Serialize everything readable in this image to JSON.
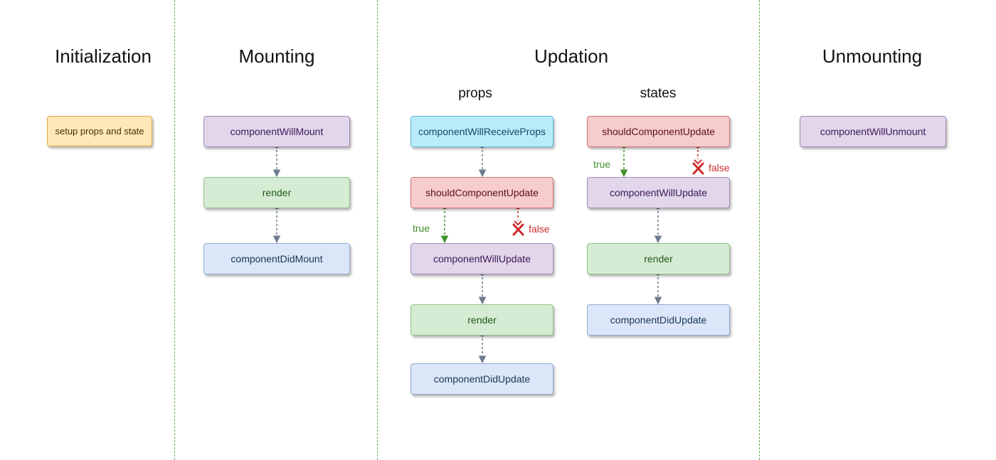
{
  "sections": {
    "initialization": {
      "title": "Initialization"
    },
    "mounting": {
      "title": "Mounting"
    },
    "updation": {
      "title": "Updation",
      "props_label": "props",
      "states_label": "states"
    },
    "unmounting": {
      "title": "Unmounting"
    }
  },
  "nodes": {
    "setup_props_and_state": "setup props and state",
    "mount_will_mount": "componentWillMount",
    "mount_render": "render",
    "mount_did_mount": "componentDidMount",
    "props_will_receive_props": "componentWillReceiveProps",
    "props_should_update": "shouldComponentUpdate",
    "props_will_update": "componentWillUpdate",
    "props_render": "render",
    "props_did_update": "componentDidUpdate",
    "states_should_update": "shouldComponentUpdate",
    "states_will_update": "componentWillUpdate",
    "states_render": "render",
    "states_did_update": "componentDidUpdate",
    "will_unmount": "componentWillUnmount"
  },
  "edge_labels": {
    "props_true": "true",
    "props_false": "false",
    "states_true": "true",
    "states_false": "false"
  },
  "colors": {
    "yellow_fill": "#ffe6b8",
    "yellow_border": "#e0ad3a",
    "yellow_text": "#4a3000",
    "purple_fill": "#e2d6ea",
    "purple_border": "#a08bb8",
    "purple_text": "#3b1a5a",
    "green_fill": "#d6ebd3",
    "green_border": "#8fbf86",
    "green_text": "#1f5a1a",
    "blue_fill": "#dbe7f8",
    "blue_border": "#8ea9d4",
    "blue_text": "#1b3556",
    "cyan_fill": "#b8ecfb",
    "cyan_border": "#5fb8d6",
    "cyan_text": "#164a5e",
    "red_fill": "#f6cccc",
    "red_border": "#d07070",
    "red_text": "#5a1212",
    "connector": "#6b7a8c",
    "true_green": "#3f8f2a",
    "false_red": "#cc2b2b",
    "divider": "#6aa84f"
  }
}
